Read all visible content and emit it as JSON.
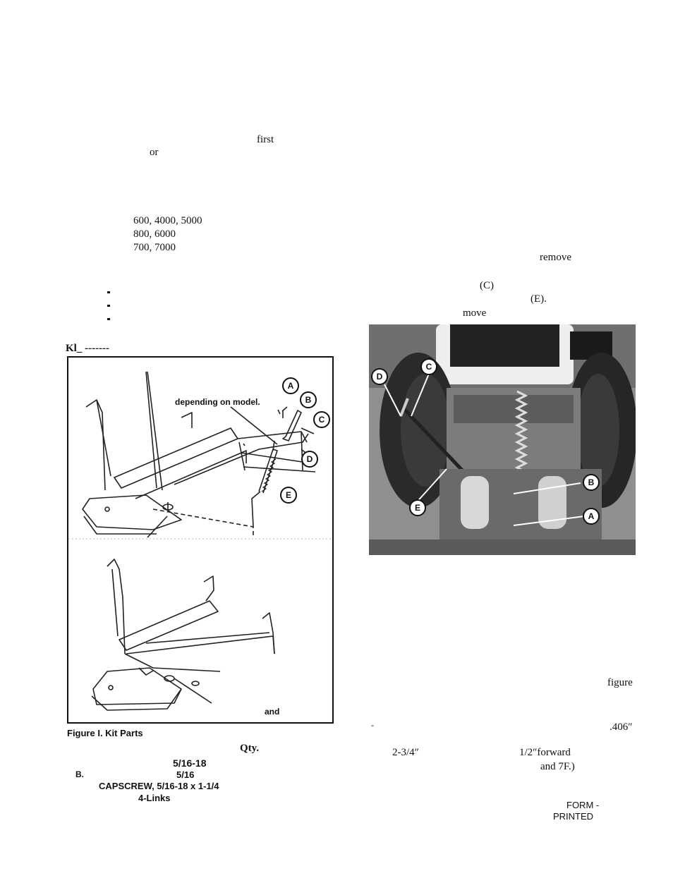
{
  "left_column": {
    "frag_first": "first",
    "frag_or": "or",
    "models": [
      "600, 4000, 5000",
      "800, 6000",
      "700, 7000"
    ],
    "kit_header": "Kl_ -------"
  },
  "figure1": {
    "label_depending": "depending on model.",
    "label_and": "and",
    "callouts": [
      "A",
      "B",
      "C",
      "D",
      "E"
    ],
    "caption": "Figure I. Kit Parts"
  },
  "parts_list": {
    "qty_header": "Qty.",
    "row_a_size": "5/16-18",
    "row_b_letter": "B.",
    "row_b_size": "5/16",
    "row_c": "CAPSCREW, 5/16-18 x 1-1/4",
    "row_d": "4-Links"
  },
  "right_column": {
    "frag_remove": "remove",
    "frag_c": "(C)",
    "frag_e": "(E).",
    "frag_move": "move",
    "frag_figure": "figure",
    "frag_dash": "-",
    "frag_406": ".406″",
    "frag_234": "2-3/4″",
    "frag_half": "1/2″forward",
    "frag_and7f": "and 7F.)",
    "form": "FORM -",
    "printed": "PRINTED"
  },
  "photo": {
    "callouts": [
      "D",
      "C",
      "B",
      "E",
      "A"
    ]
  }
}
